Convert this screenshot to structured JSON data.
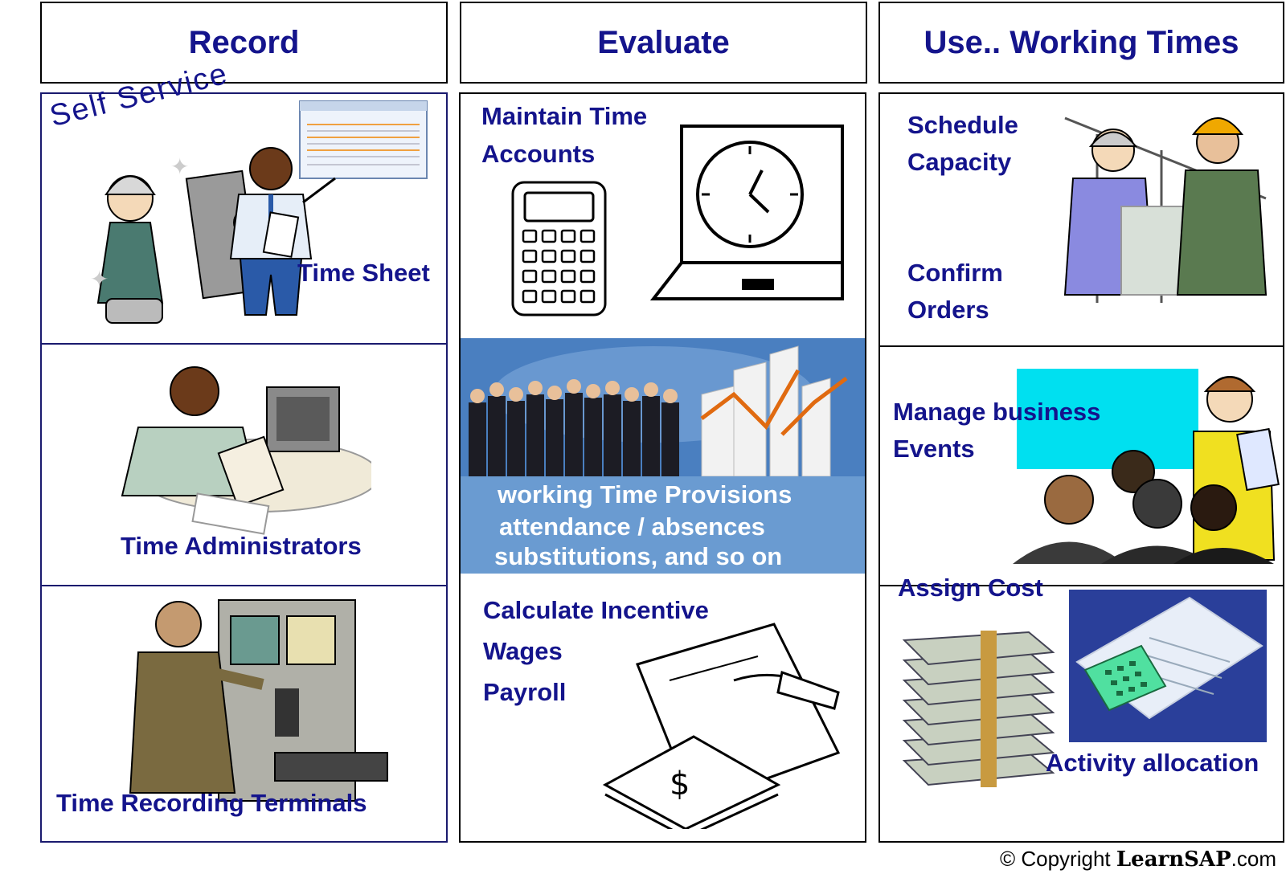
{
  "headers": {
    "record": "Record",
    "evaluate": "Evaluate",
    "use": "Use.. Working Times"
  },
  "record": {
    "self_service": "Self Service",
    "time_sheet": "Time Sheet",
    "time_administrators": "Time Administrators",
    "time_recording_terminals": "Time Recording Terminals"
  },
  "evaluate": {
    "maintain_line1": "Maintain Time",
    "maintain_line2": "Accounts",
    "provisions_line1": "working Time Provisions",
    "provisions_line2": "attendance / absences",
    "provisions_line3": "substitutions, and so on",
    "incentive_line1": "Calculate Incentive",
    "incentive_line2": "Wages",
    "incentive_line3": "Payroll"
  },
  "use": {
    "schedule_line1": "Schedule",
    "schedule_line2": "Capacity",
    "confirm_line1": "Confirm",
    "confirm_line2": "Orders",
    "manage_line1": "Manage business",
    "manage_line2": "Events",
    "assign_cost": "Assign Cost",
    "activity_allocation": "Activity allocation"
  },
  "footer": {
    "prefix": "© Copyright",
    "brand": "LearnSAP",
    "suffix": ".com"
  },
  "colors": {
    "text": "#14148c",
    "banner": "#6a9bd1",
    "highlight": "#00e0f0"
  }
}
